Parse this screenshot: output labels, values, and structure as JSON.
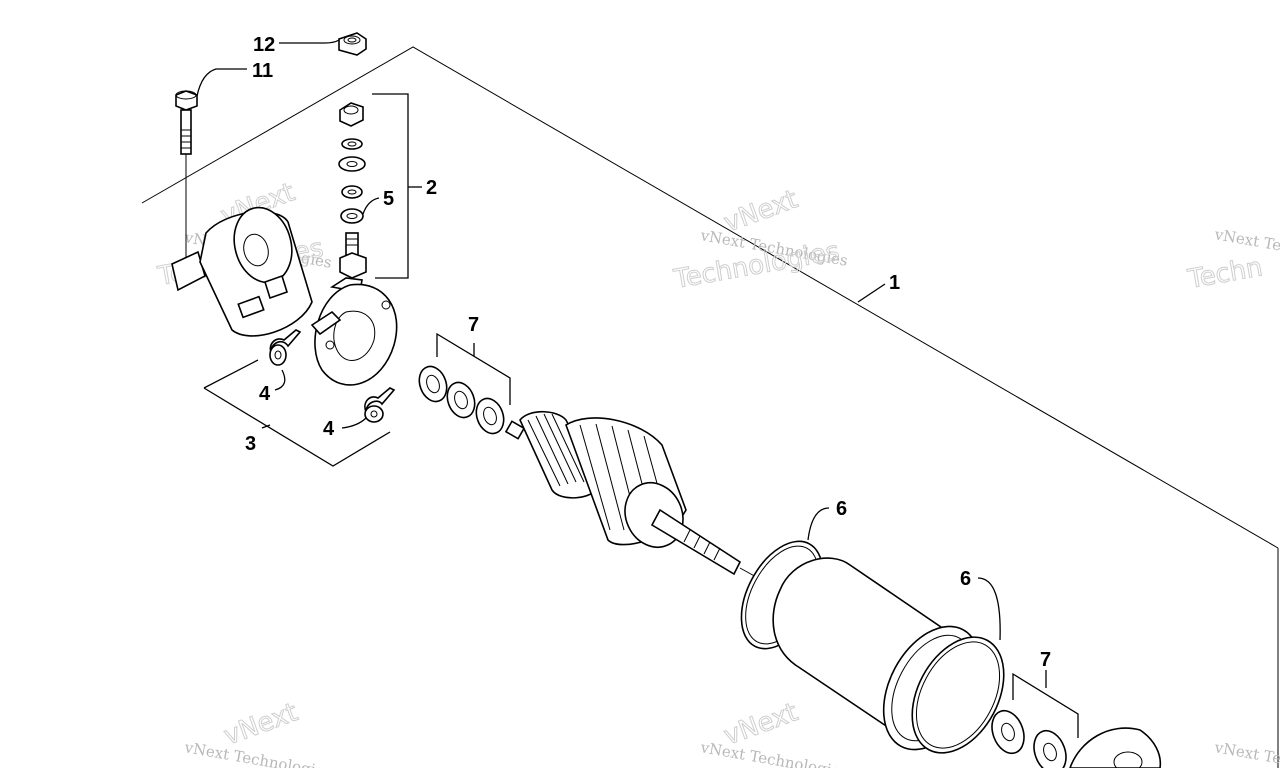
{
  "callouts": {
    "c1": "1",
    "c2": "2",
    "c3": "3",
    "c4a": "4",
    "c4b": "4",
    "c5": "5",
    "c6a": "6",
    "c6b": "6",
    "c7a": "7",
    "c7b": "7",
    "c11": "11",
    "c12": "12"
  },
  "watermark": {
    "brand_top": "vNext",
    "line_small": "vNext Technologies",
    "line_big": "Technologies",
    "partial_small": "vNext Te",
    "partial_big": "Techn"
  }
}
